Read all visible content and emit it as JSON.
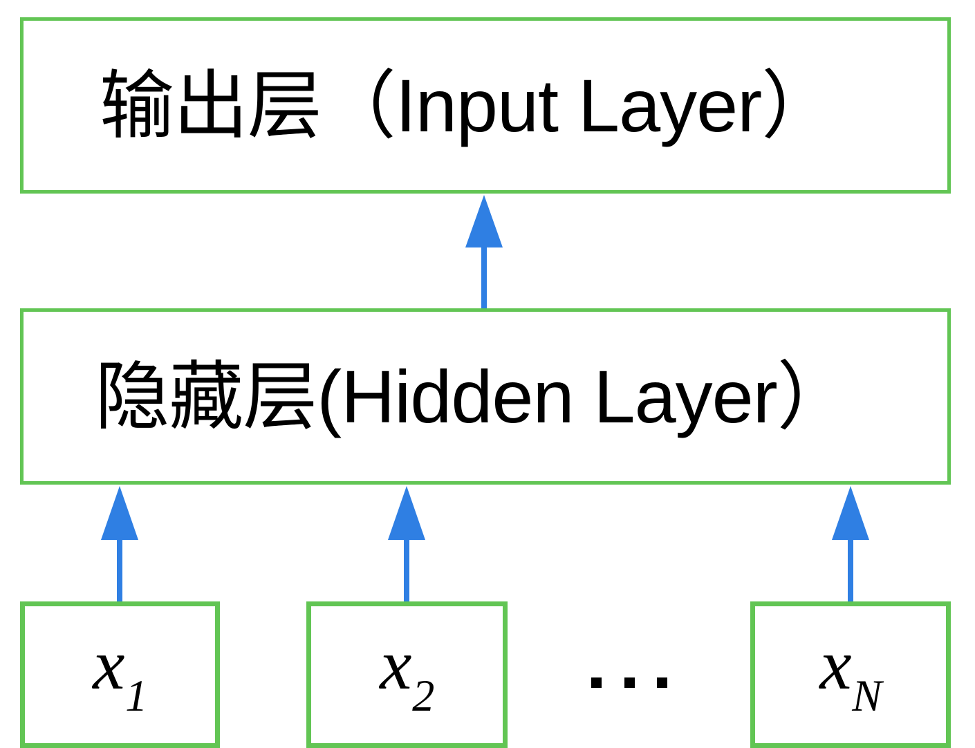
{
  "diagram": {
    "title": "Neural network layer diagram",
    "colors": {
      "box_border": "#62c554",
      "arrow": "#2f7fe3",
      "text": "#000000",
      "background": "#ffffff"
    },
    "layers": [
      {
        "id": "output-layer",
        "label": "输出层（Input Layer）",
        "chinese": "输出层",
        "english": "（Input Layer）"
      },
      {
        "id": "hidden-layer",
        "label": "隐藏层(Hidden Layer）",
        "chinese": "隐藏层",
        "english": "(Hidden Layer）"
      }
    ],
    "inputs": [
      {
        "id": "x1",
        "base": "x",
        "subscript": "1"
      },
      {
        "id": "x2",
        "base": "x",
        "subscript": "2"
      },
      {
        "id": "xN",
        "base": "x",
        "subscript": "N"
      }
    ],
    "ellipsis": "…",
    "arrows": [
      {
        "id": "arrow-hidden-to-output",
        "from": "hidden-layer",
        "to": "output-layer",
        "direction": "up"
      },
      {
        "id": "arrow-x1-to-hidden",
        "from": "x1",
        "to": "hidden-layer",
        "direction": "up"
      },
      {
        "id": "arrow-x2-to-hidden",
        "from": "x2",
        "to": "hidden-layer",
        "direction": "up"
      },
      {
        "id": "arrow-xn-to-hidden",
        "from": "xN",
        "to": "hidden-layer",
        "direction": "up"
      }
    ]
  }
}
